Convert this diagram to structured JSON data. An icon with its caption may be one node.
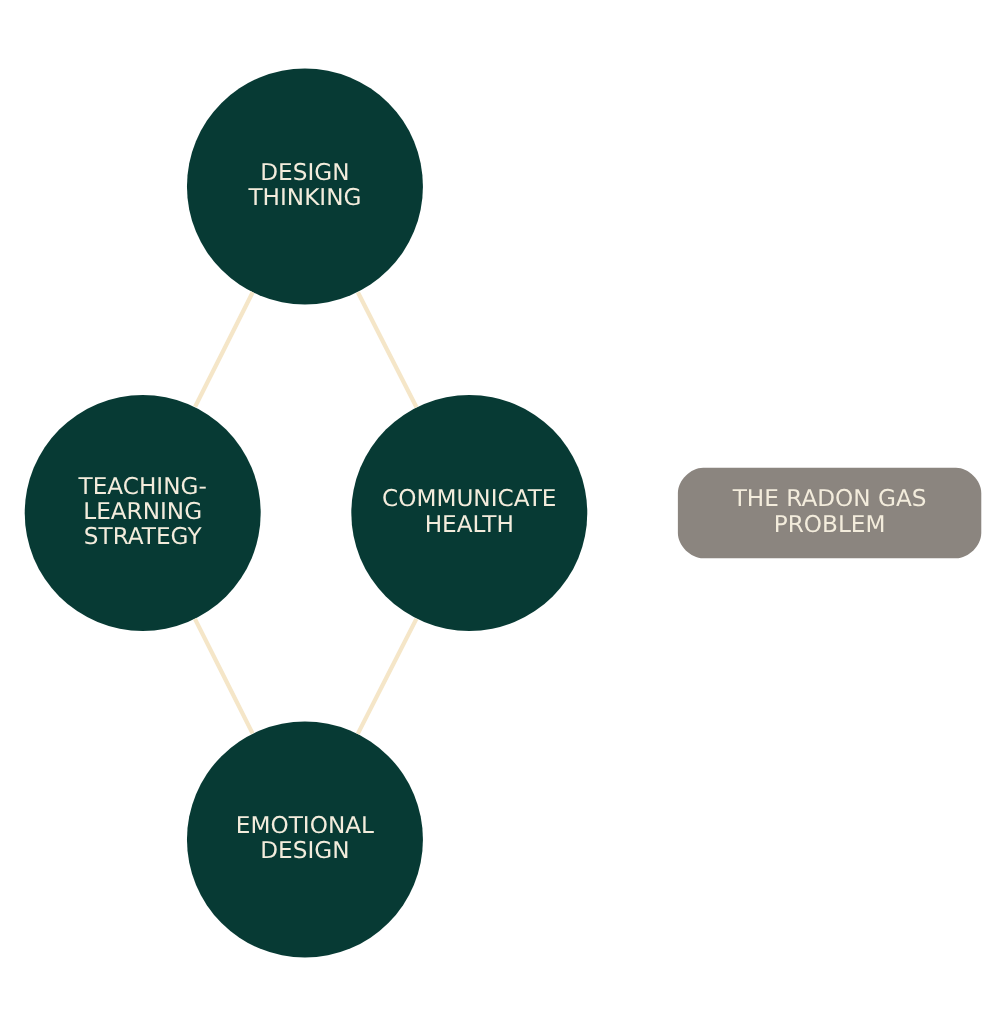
{
  "diagram": {
    "nodes": [
      {
        "text": [
          "DESIGN THINKING"
        ]
      },
      {
        "text": [
          "COMMUNICATE HEALTH"
        ]
      },
      {
        "text": [
          "THE RADON GAS PROBLEM"
        ]
      },
      {
        "text": [
          "TEACHING-LEARNING STRATEGY"
        ]
      },
      {
        "text": [
          "EMOTIONAL DESIGN"
        ]
      }
    ],
    "edges": [
      {
        "from": 0,
        "to": 3,
        "arrow": "none"
      },
      {
        "from": 3,
        "to": 4,
        "arrow": "none"
      },
      {
        "from": 4,
        "to": 1,
        "arrow": "none"
      },
      {
        "from": 1,
        "to": 0,
        "arrow": "none"
      }
    ]
  }
}
